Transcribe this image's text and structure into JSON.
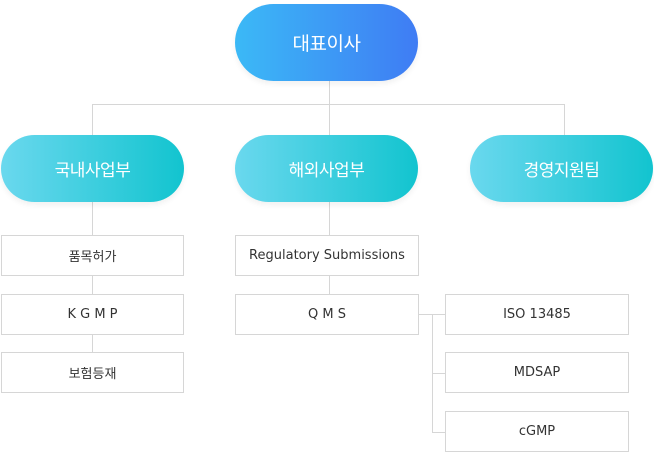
{
  "ceo": {
    "label": "대표이사"
  },
  "departments": [
    {
      "label": "국내사업부"
    },
    {
      "label": "해외사업부"
    },
    {
      "label": "경영지원팀"
    }
  ],
  "domestic_items": [
    "품목허가",
    "K G M P",
    "보험등재"
  ],
  "overseas_items": [
    "Regulatory Submissions",
    "Q M S"
  ],
  "qms_items": [
    "ISO 13485",
    "MDSAP",
    "cGMP"
  ]
}
